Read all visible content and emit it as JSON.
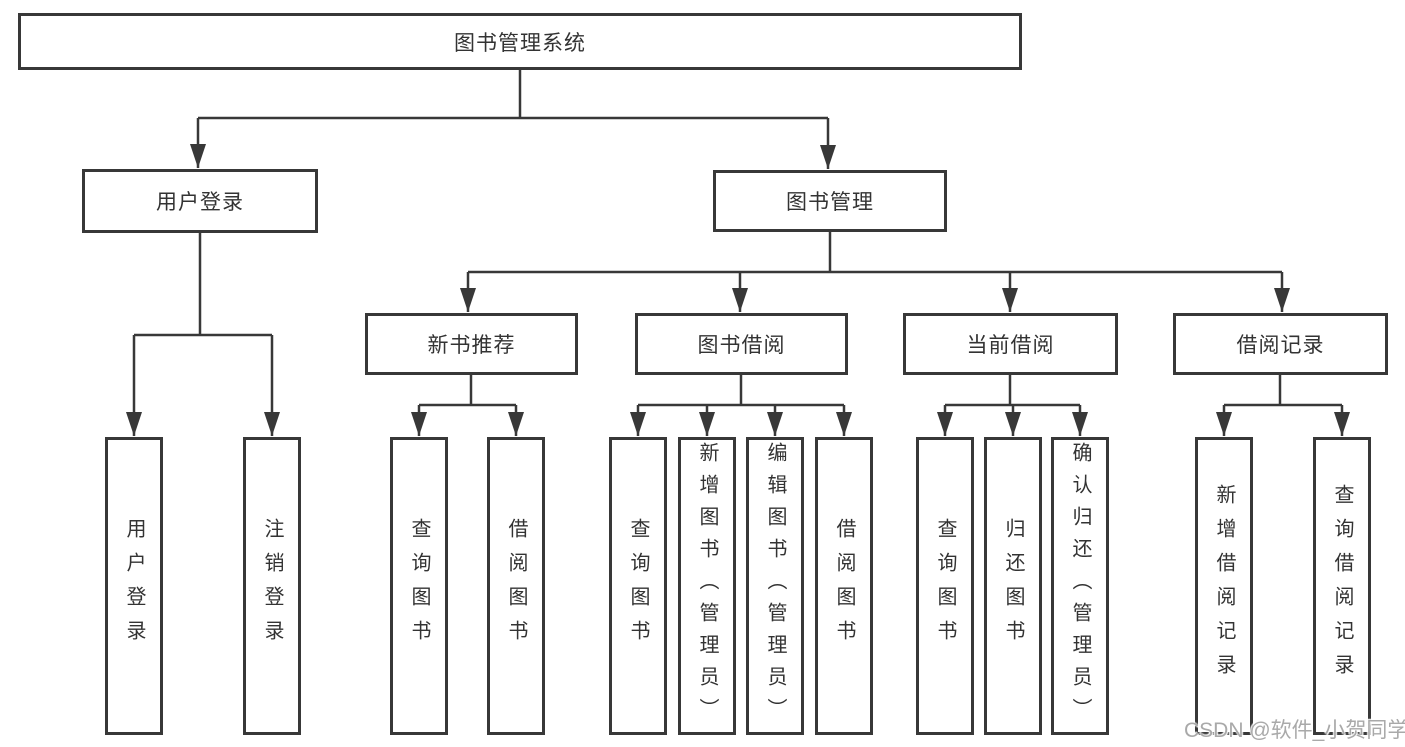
{
  "diagram": {
    "root": "图书管理系统",
    "level2": {
      "user_login": "用户登录",
      "book_mgmt": "图书管理"
    },
    "level3": {
      "new_books": "新书推荐",
      "book_borrow": "图书借阅",
      "current_borrow": "当前借阅",
      "borrow_records": "借阅记录"
    },
    "leaves": {
      "user_login_leaf": "用户登录",
      "logout": "注销登录",
      "nb_query": "查询图书",
      "nb_borrow": "借阅图书",
      "bb_query": "查询图书",
      "bb_add": "新增图书（管理员）",
      "bb_edit": "编辑图书（管理员）",
      "bb_borrow": "借阅图书",
      "cb_query": "查询图书",
      "cb_return": "归还图书",
      "cb_confirm": "确认归还（管理员）",
      "br_add": "新增借阅记录",
      "br_query": "查询借阅记录"
    }
  },
  "watermark": "CSDN @软件_小贺同学",
  "colors": {
    "line": "#383838",
    "text": "#333333",
    "watermark": "#a9a9a9"
  }
}
